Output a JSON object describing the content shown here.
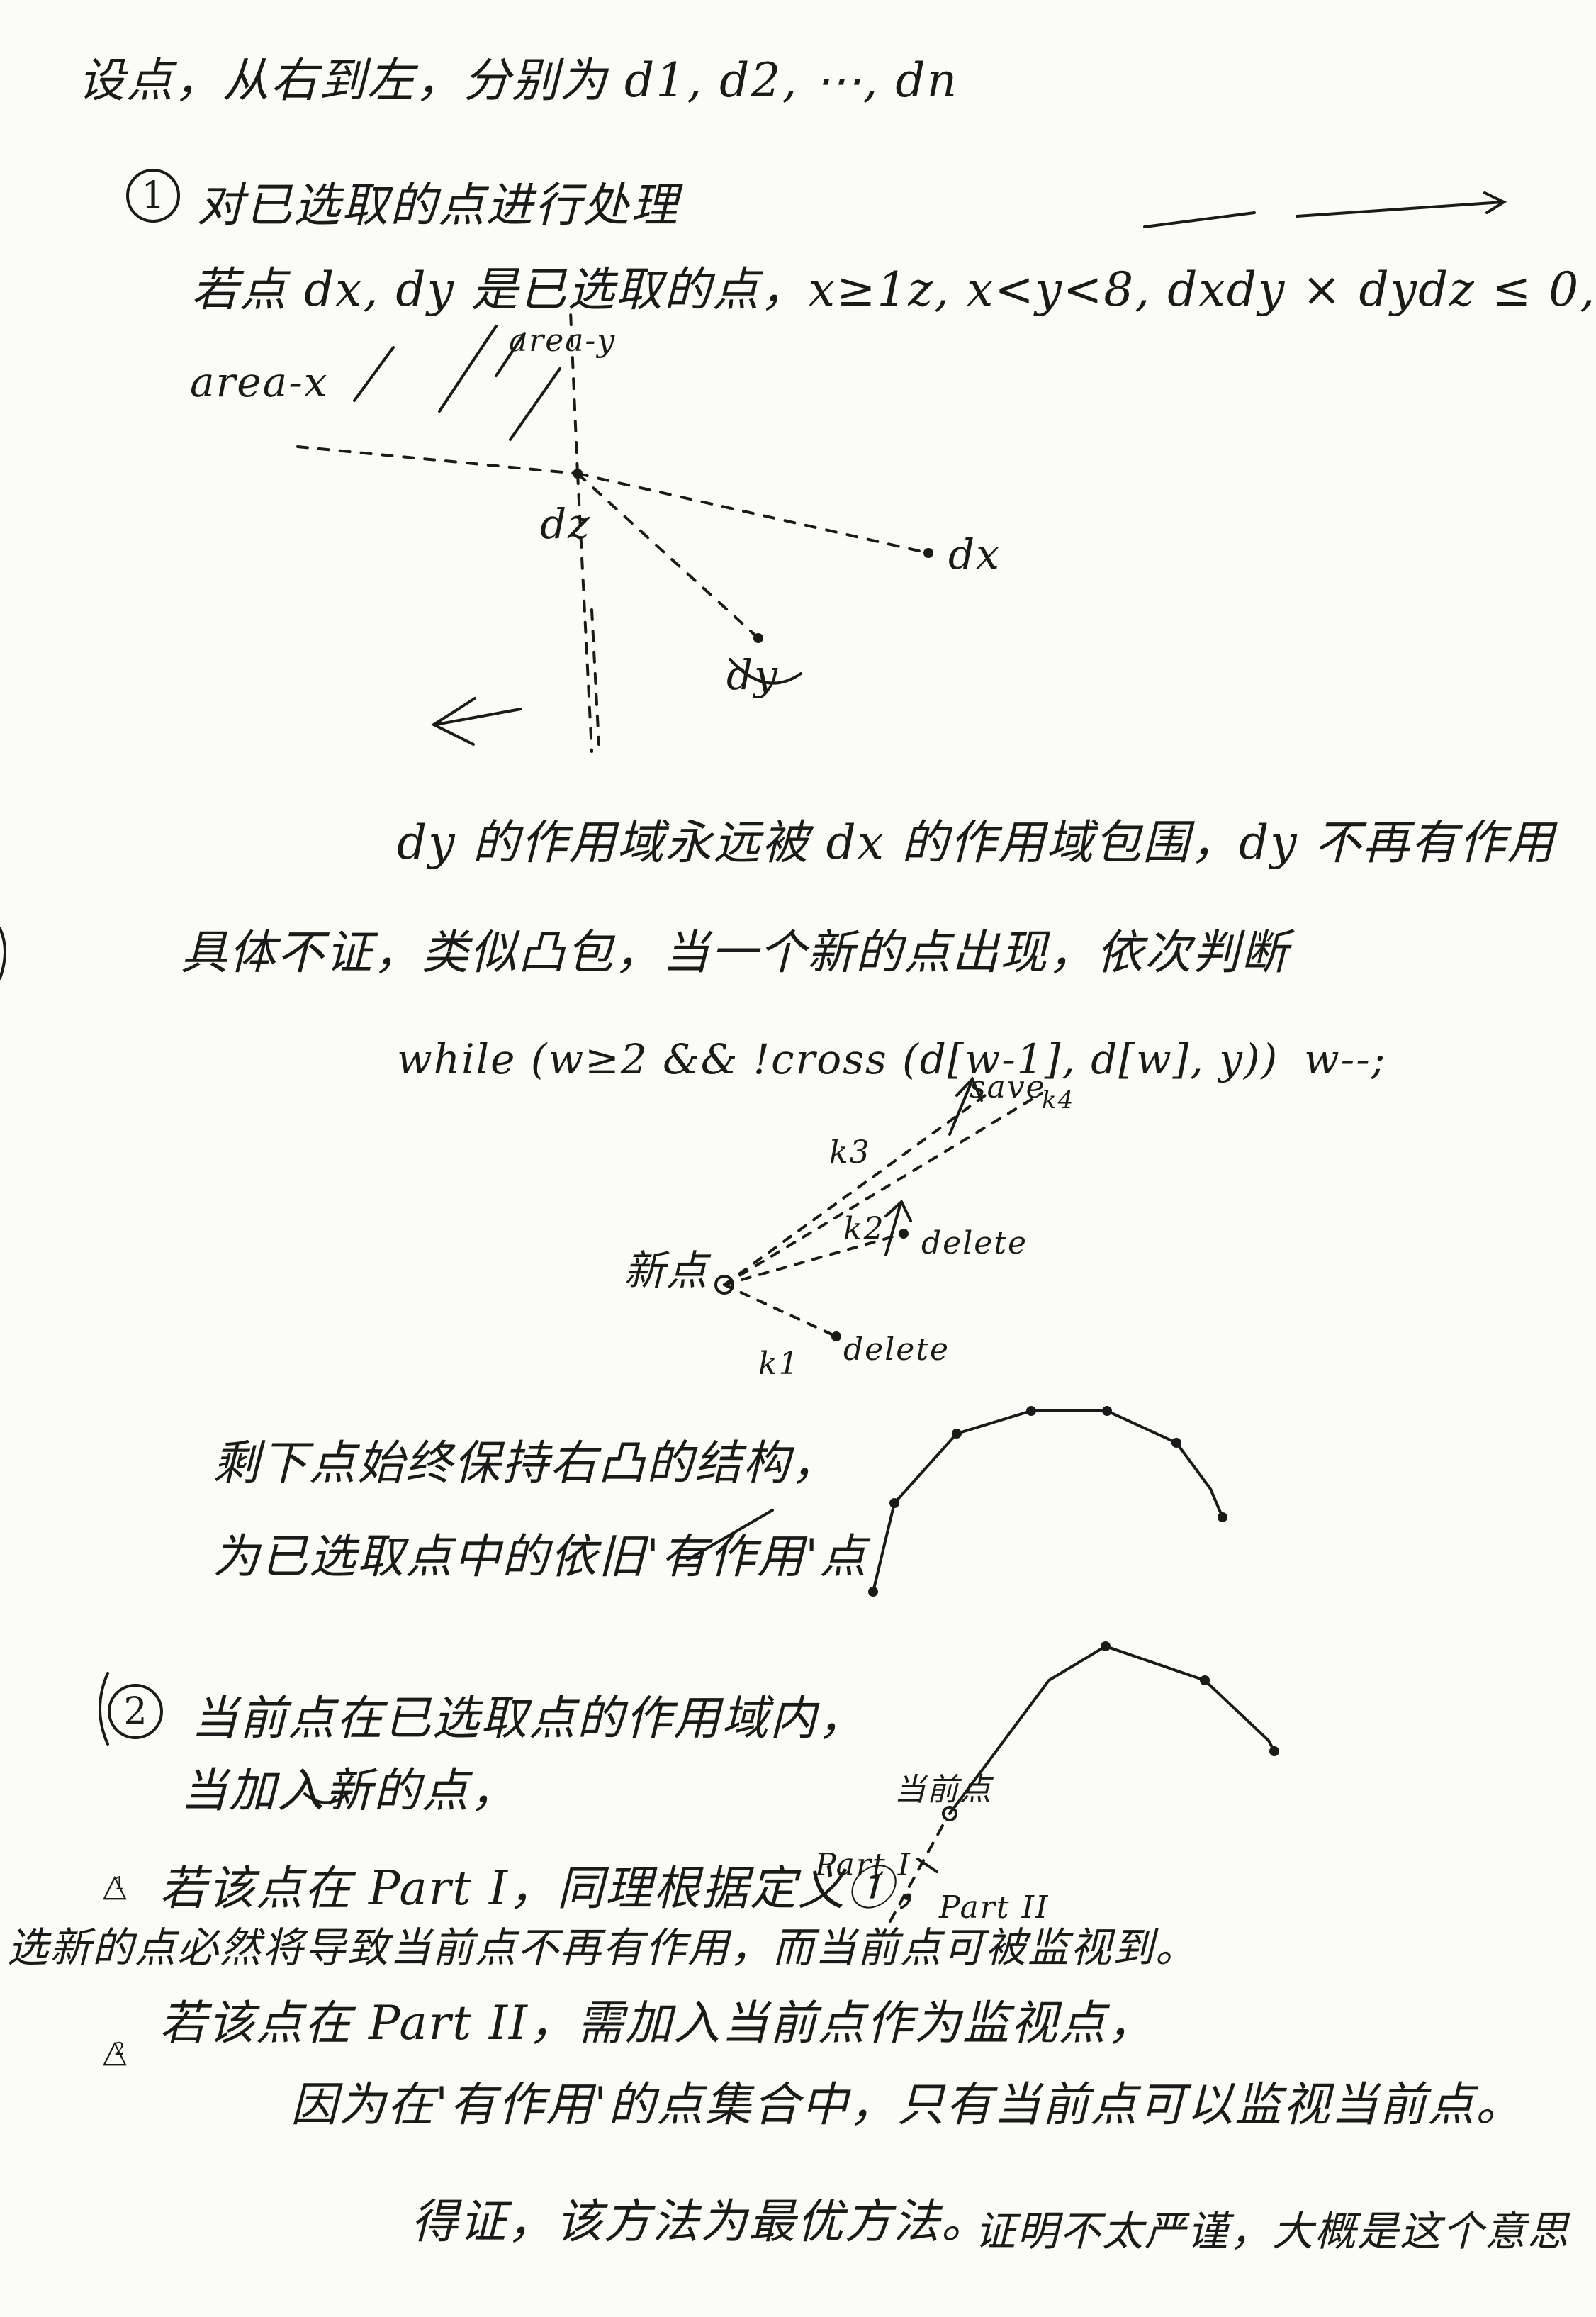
{
  "lines": {
    "l1": "设点，从右到左，分别为 d1, d2, ⋯, dn",
    "step1_num": "1",
    "l2": "对已选取的点进行处理",
    "l3": "若点 dx, dy 是已选取的点，x≥1z, x<y<8, dxdy × dydz ≤ 0,",
    "area_x": "area-x",
    "area_y": "area-y",
    "label_dz": "dz",
    "label_dx": "dx",
    "label_dy": "dy",
    "l4": "dy 的作用域永远被 dx 的作用域包围，dy 不再有作用",
    "l5": "具体不证，类似凸包，当一个新的点出现，依次判断",
    "l6": "while (w≥2 && !cross (d[w-1], d[w], y))",
    "l6b": "w--;",
    "label_save": "save",
    "label_k3": "k3",
    "label_k4": "k4",
    "label_k2": "k2",
    "label_k1": "k1",
    "label_new": "新点",
    "label_delete1": "delete",
    "label_delete2": "delete",
    "l7": "剩下点始终保持右凸的结构，",
    "l8": "为已选取点中的依旧'有作用'点",
    "step2_num": "2",
    "l9": "当前点在已选取点的作用域内，",
    "l10": "当加入新的点，",
    "tri1": "1",
    "l11": "若该点在 Part I，同理根据定义①，",
    "l12": "选新的点必然将导致当前点不再有作用，而当前点可被监视到。",
    "label_current": "当前点",
    "label_part1": "Part I",
    "label_part2": "Part II",
    "tri2": "2",
    "l13": "若该点在 Part II，需加入当前点作为监视点，",
    "l14": "因为在'有作用'的点集合中，只有当前点可以监视当前点。",
    "l15": "得证，该方法为最优方法。",
    "l16": "证明不太严谨，大概是这个意思"
  }
}
